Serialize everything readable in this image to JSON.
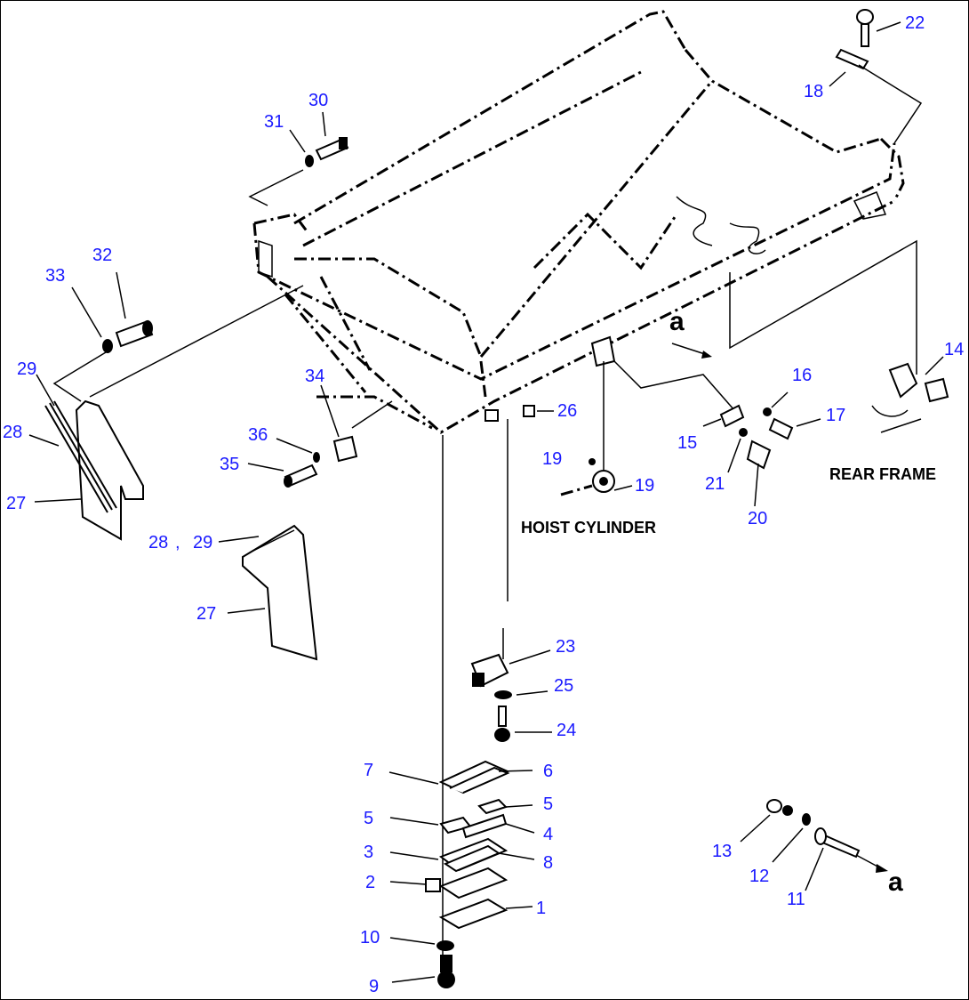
{
  "labels": {
    "hoist_cylinder": "HOIST CYLINDER",
    "rear_frame": "REAR FRAME",
    "ref_a": "a"
  },
  "callouts": [
    {
      "id": "c22",
      "text": "22"
    },
    {
      "id": "c18",
      "text": "18"
    },
    {
      "id": "c30",
      "text": "30"
    },
    {
      "id": "c31",
      "text": "31"
    },
    {
      "id": "c32",
      "text": "32"
    },
    {
      "id": "c33",
      "text": "33"
    },
    {
      "id": "c29a",
      "text": "29"
    },
    {
      "id": "c28a",
      "text": "28"
    },
    {
      "id": "c27a",
      "text": "27"
    },
    {
      "id": "c34",
      "text": "34"
    },
    {
      "id": "c36",
      "text": "36"
    },
    {
      "id": "c35",
      "text": "35"
    },
    {
      "id": "c26",
      "text": "26"
    },
    {
      "id": "c19a",
      "text": "19"
    },
    {
      "id": "c19b",
      "text": "19"
    },
    {
      "id": "c15",
      "text": "15"
    },
    {
      "id": "c16",
      "text": "16"
    },
    {
      "id": "c17",
      "text": "17"
    },
    {
      "id": "c21",
      "text": "21"
    },
    {
      "id": "c20",
      "text": "20"
    },
    {
      "id": "c14",
      "text": "14"
    },
    {
      "id": "c28b",
      "text": "28"
    },
    {
      "id": "c29b",
      "text": "29"
    },
    {
      "id": "c27b",
      "text": "27"
    },
    {
      "id": "c23",
      "text": "23"
    },
    {
      "id": "c25",
      "text": "25"
    },
    {
      "id": "c24",
      "text": "24"
    },
    {
      "id": "c7",
      "text": "7"
    },
    {
      "id": "c6",
      "text": "6"
    },
    {
      "id": "c5a",
      "text": "5"
    },
    {
      "id": "c5b",
      "text": "5"
    },
    {
      "id": "c4",
      "text": "4"
    },
    {
      "id": "c3",
      "text": "3"
    },
    {
      "id": "c8",
      "text": "8"
    },
    {
      "id": "c2",
      "text": "2"
    },
    {
      "id": "c1",
      "text": "1"
    },
    {
      "id": "c10",
      "text": "10"
    },
    {
      "id": "c9",
      "text": "9"
    },
    {
      "id": "c13",
      "text": "13"
    },
    {
      "id": "c12",
      "text": "12"
    },
    {
      "id": "c11",
      "text": "11"
    }
  ],
  "separator": ","
}
